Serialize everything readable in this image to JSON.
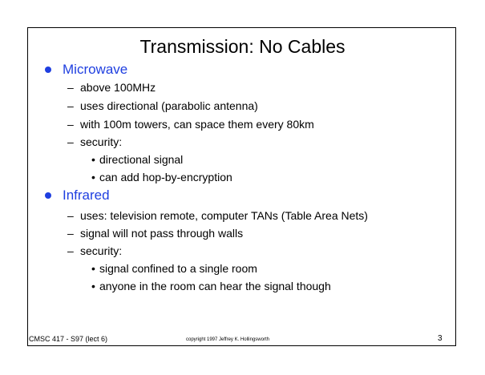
{
  "slide": {
    "title": "Transmission: No Cables",
    "sections": [
      {
        "heading": "Microwave",
        "items": [
          {
            "text": "above 100MHz"
          },
          {
            "text": "uses directional (parabolic antenna)"
          },
          {
            "text": "with 100m towers, can space them every 80km"
          },
          {
            "text": "security:",
            "sub": [
              "directional signal",
              "can add hop-by-encryption"
            ]
          }
        ]
      },
      {
        "heading": "Infrared",
        "items": [
          {
            "text": "uses: television remote, computer TANs (Table Area Nets)"
          },
          {
            "text": "signal will not pass through walls"
          },
          {
            "text": "security:",
            "sub": [
              "signal confined to a single room",
              "anyone in the room can hear the signal though"
            ]
          }
        ]
      }
    ],
    "footer_left": "CMSC 417 - S97  (lect 6)",
    "footer_center": "copyright 1997  Jeffrey K. Hollingsworth",
    "page_number": "3",
    "colors": {
      "heading": "#1f3fe0",
      "text": "#000000",
      "frame": "#000000"
    }
  }
}
